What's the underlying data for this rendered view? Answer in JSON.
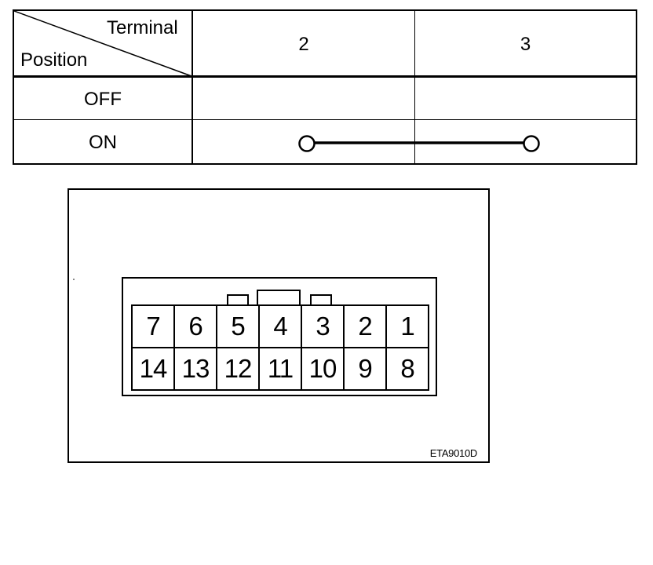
{
  "table": {
    "header_terminal_label": "Terminal",
    "header_position_label": "Position",
    "terminals": [
      "2",
      "3"
    ],
    "positions": [
      "OFF",
      "ON"
    ],
    "continuity": [
      {
        "position": "OFF",
        "connected_terminals": []
      },
      {
        "position": "ON",
        "connected_terminals": [
          "2",
          "3"
        ]
      }
    ]
  },
  "connector": {
    "pin_rows": [
      [
        "7",
        "6",
        "5",
        "4",
        "3",
        "2",
        "1"
      ],
      [
        "14",
        "13",
        "12",
        "11",
        "10",
        "9",
        "8"
      ]
    ],
    "figure_code": "ETA9010D"
  }
}
